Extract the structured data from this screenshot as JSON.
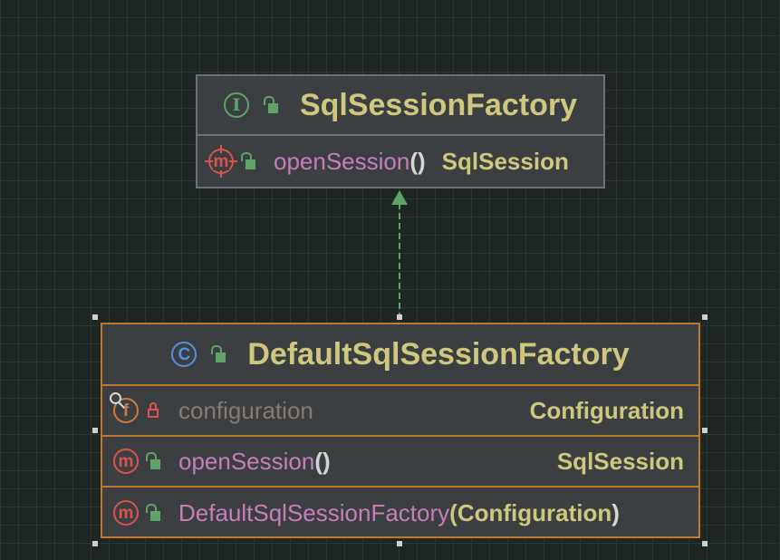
{
  "interface_node": {
    "title": "SqlSessionFactory",
    "badge": "I",
    "method": {
      "badge": "m",
      "name": "openSession",
      "params": "()",
      "return_type": "SqlSession"
    }
  },
  "class_node": {
    "title": "DefaultSqlSessionFactory",
    "badge": "C",
    "field": {
      "badge": "f",
      "name": "configuration",
      "type": "Configuration"
    },
    "methods": [
      {
        "badge": "m",
        "name": "openSession",
        "params": "()",
        "return_type": "SqlSession"
      },
      {
        "badge": "m",
        "name": "DefaultSqlSessionFactory",
        "open_paren": "(",
        "param_type": "Configuration",
        "close_paren": ")"
      }
    ]
  },
  "relation": {
    "type": "implements",
    "line_style": "dashed",
    "color": "#5fa366"
  },
  "colors": {
    "background": "#1d2623",
    "node_fill": "#3b3f42",
    "interface_border": "#6b7277",
    "selected_border": "#c4772f",
    "type_text": "#cfc77d",
    "method_text": "#c77dba"
  },
  "icons": {
    "interface": "interface-icon",
    "class": "class-icon",
    "method": "method-icon",
    "field": "field-icon",
    "public": "unlocked-icon",
    "private": "lock-icon"
  }
}
